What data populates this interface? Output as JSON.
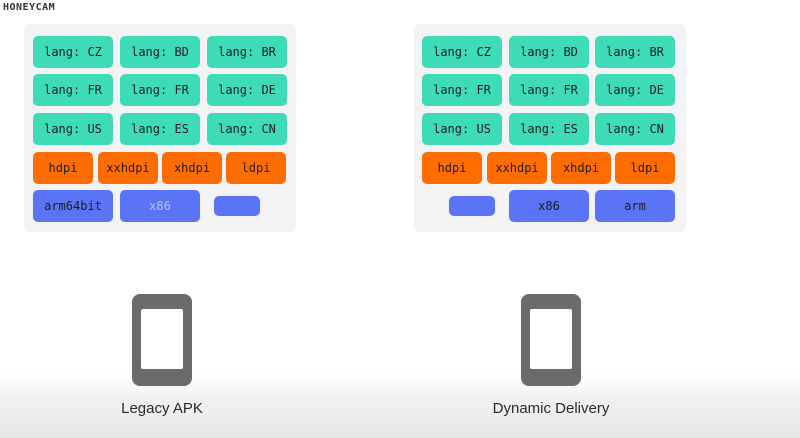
{
  "watermark": "HONEYCAM",
  "legacy": {
    "languages": [
      "lang: CZ",
      "lang: BD",
      "lang: BR",
      "lang: FR",
      "lang: FR",
      "lang: DE",
      "lang: US",
      "lang: ES",
      "lang: CN"
    ],
    "densities": [
      "hdpi",
      "xxhdpi",
      "xhdpi",
      "ldpi"
    ],
    "abis": [
      "arm64bit",
      "x86",
      ""
    ],
    "caption": "Legacy APK"
  },
  "dynamic": {
    "languages": [
      "lang: CZ",
      "lang: BD",
      "lang: BR",
      "lang: FR",
      "lang: FR",
      "lang: DE",
      "lang: US",
      "lang: ES",
      "lang: CN"
    ],
    "densities": [
      "hdpi",
      "xxhdpi",
      "xhdpi",
      "ldpi"
    ],
    "abis": [
      "",
      "x86",
      "arm"
    ],
    "caption": "Dynamic Delivery"
  },
  "colors": {
    "language_tile": "#3ddcb6",
    "density_tile": "#ff6d00",
    "abi_tile": "#5b73f5",
    "phone": "#6b6b6b"
  }
}
